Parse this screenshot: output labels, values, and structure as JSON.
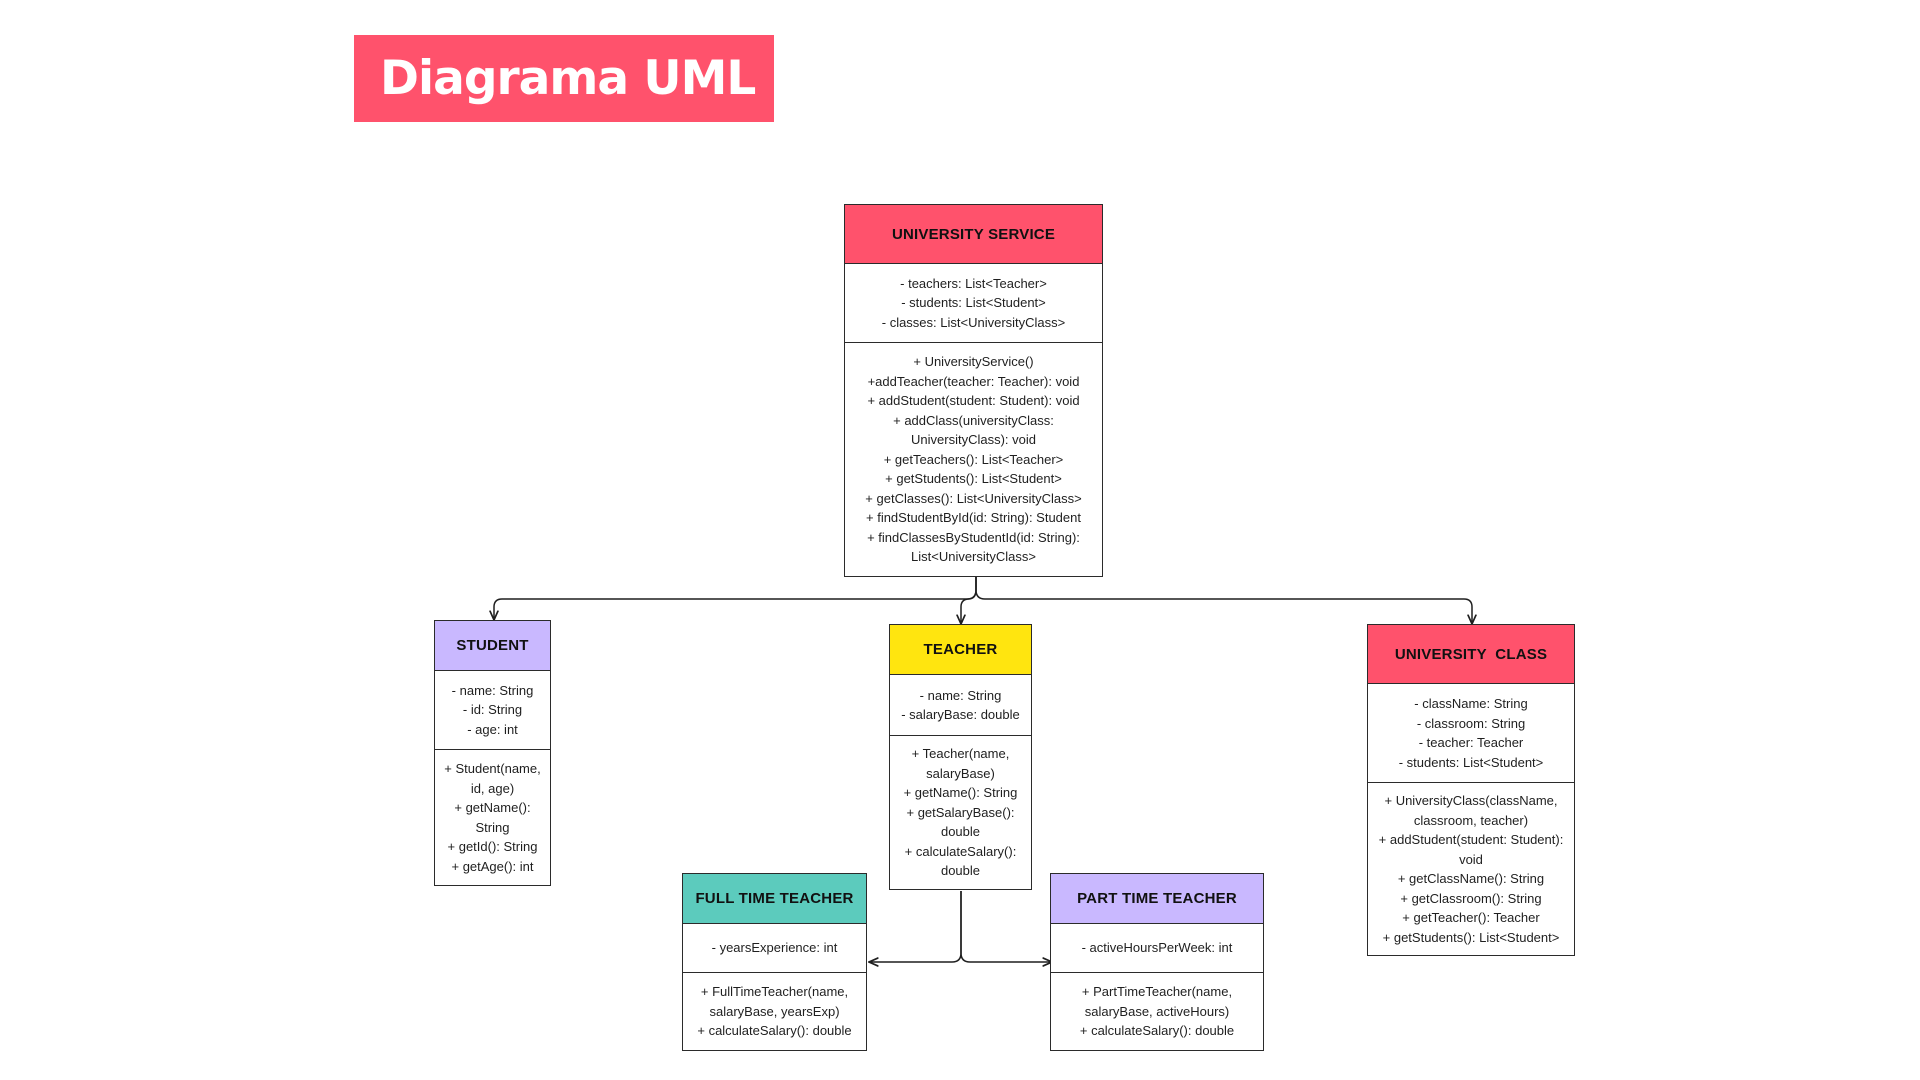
{
  "title": "Diagrama UML",
  "colors": {
    "banner": "#ff526c",
    "university_service": "#ff526c",
    "student": "#c9b8ff",
    "teacher": "#ffe50f",
    "university_class": "#ff526c",
    "full_time_teacher": "#5ccbbd",
    "part_time_teacher": "#c9b8ff"
  },
  "classes": [
    {
      "id": "university_service",
      "name": "UNIVERSITY SERVICE",
      "attributes": [
        "- teachers: List<Teacher>",
        "- students: List<Student>",
        "- classes: List<UniversityClass>"
      ],
      "methods": [
        "+ UniversityService()",
        "+addTeacher(teacher: Teacher): void",
        "+ addStudent(student: Student): void",
        "+ addClass(universityClass:",
        "UniversityClass): void",
        "+ getTeachers(): List<Teacher>",
        "+ getStudents(): List<Student>",
        "+ getClasses(): List<UniversityClass>",
        "+ findStudentById(id: String): Student",
        "+ findClassesByStudentId(id: String):",
        "List<UniversityClass>"
      ]
    },
    {
      "id": "student",
      "name": "STUDENT",
      "attributes": [
        "- name: String",
        "- id: String",
        "- age: int"
      ],
      "methods": [
        "+ Student(name,",
        "id, age)",
        "+ getName():",
        "String",
        "+ getId(): String",
        "+ getAge(): int"
      ]
    },
    {
      "id": "teacher",
      "name": "TEACHER",
      "attributes": [
        "- name: String",
        "- salaryBase: double"
      ],
      "methods": [
        "+ Teacher(name,",
        "salaryBase)",
        "+ getName(): String",
        "+ getSalaryBase():",
        "double",
        "+ calculateSalary():",
        "double"
      ]
    },
    {
      "id": "university_class",
      "name": "UNIVERSITY  CLASS",
      "attributes": [
        "- className: String",
        "- classroom: String",
        "- teacher: Teacher",
        "- students: List<Student>"
      ],
      "methods": [
        "+ UniversityClass(className,",
        "classroom, teacher)",
        "+ addStudent(student: Student):",
        "void",
        "+ getClassName(): String",
        "+ getClassroom(): String",
        "+ getTeacher(): Teacher",
        "+ getStudents(): List<Student>"
      ]
    },
    {
      "id": "full_time_teacher",
      "name": "FULL TIME TEACHER",
      "attributes": [
        "- yearsExperience: int"
      ],
      "methods": [
        "+ FullTimeTeacher(name,",
        "salaryBase, yearsExp)",
        "+ calculateSalary(): double"
      ]
    },
    {
      "id": "part_time_teacher",
      "name": "PART TIME TEACHER",
      "attributes": [
        "- activeHoursPerWeek: int"
      ],
      "methods": [
        "+ PartTimeTeacher(name,",
        "salaryBase, activeHours)",
        "+ calculateSalary(): double"
      ]
    }
  ]
}
